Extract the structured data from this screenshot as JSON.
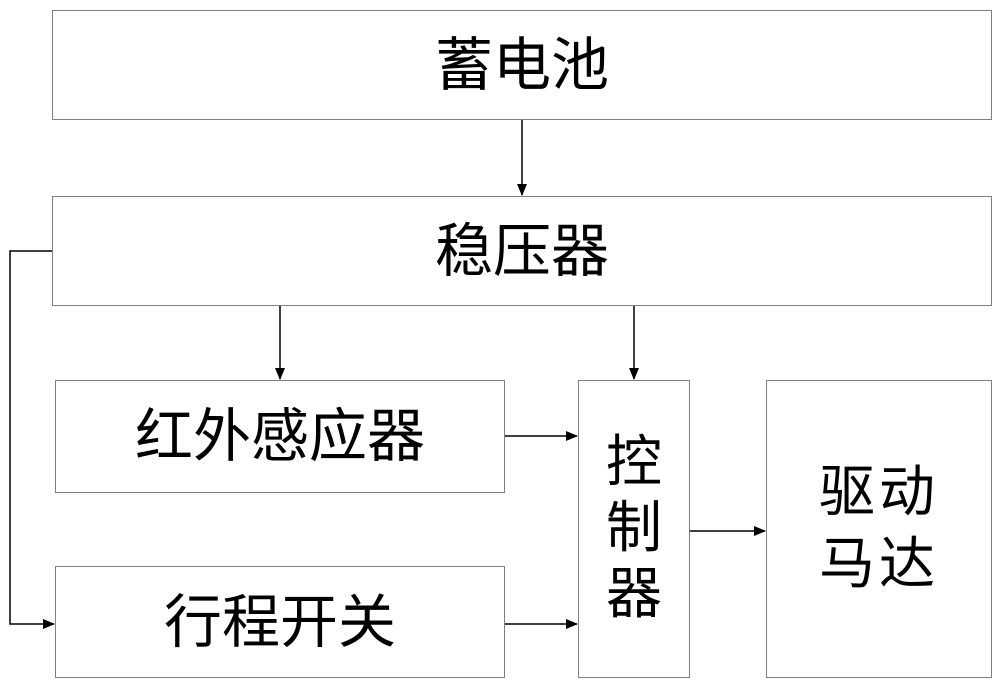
{
  "diagram": {
    "nodes": {
      "battery": "蓄电池",
      "regulator": "稳压器",
      "ir_sensor": "红外感应器",
      "controller": "控制器",
      "limit_switch": "行程开关",
      "drive_motor": "驱动马达"
    },
    "edges": [
      {
        "from": "battery",
        "to": "regulator"
      },
      {
        "from": "regulator",
        "to": "ir_sensor"
      },
      {
        "from": "regulator",
        "to": "controller"
      },
      {
        "from": "regulator",
        "to": "limit_switch"
      },
      {
        "from": "ir_sensor",
        "to": "controller"
      },
      {
        "from": "limit_switch",
        "to": "controller"
      },
      {
        "from": "controller",
        "to": "drive_motor"
      }
    ]
  }
}
